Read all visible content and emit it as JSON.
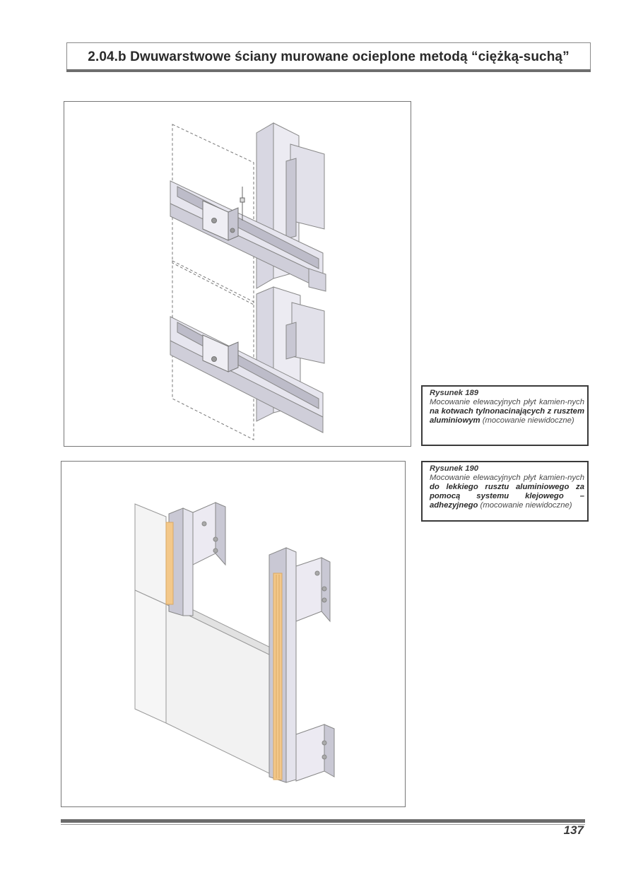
{
  "header": {
    "title": "2.04.b  Dwuwarstwowe ściany murowane ocieplone metodą “ciężką-suchą”"
  },
  "figure_189": {
    "caption_title": "Rysunek 189",
    "caption_part1": "Mocowanie elewacyjnych płyt kamien-nych ",
    "caption_bold": "na kotwach tylnonacinających z rusztem aluminiowym",
    "caption_part2": " (mocowanie niewidoczne)"
  },
  "figure_190": {
    "caption_title": "Rysunek 190",
    "caption_part1": "Mocowanie elewacyjnych płyt kamien-nych ",
    "caption_bold": "do lekkiego rusztu aluminiowego za pomocą systemu klejowego – adhezyjnego",
    "caption_part2": " (mocowanie niewidoczne)"
  },
  "footer": {
    "page_number": "137"
  },
  "colors": {
    "metal_light": "#e4e3ec",
    "metal_mid": "#c9c8d4",
    "metal_dark": "#a9a8b6",
    "adhesive": "#f3c88a",
    "rule": "#6b6b6b"
  }
}
